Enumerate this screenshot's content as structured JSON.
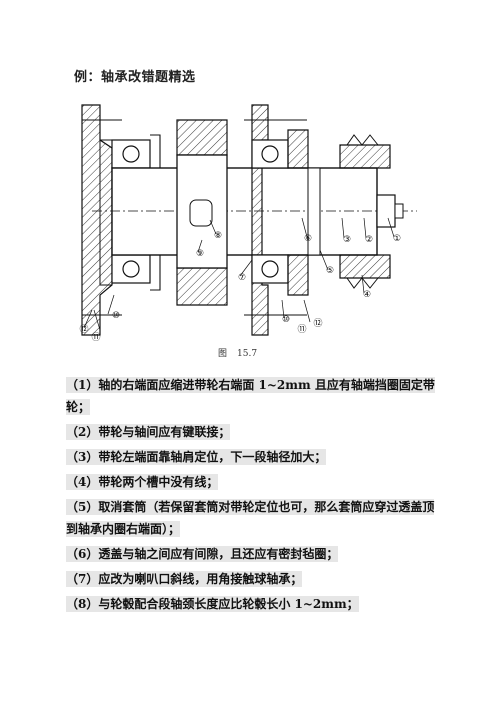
{
  "title": "例：轴承改错题精选",
  "figure": {
    "labels": [
      "①",
      "②",
      "③",
      "④",
      "⑤",
      "⑥",
      "⑦",
      "⑧",
      "⑨",
      "⑩",
      "⑪",
      "⑫"
    ],
    "caption_prefix": "图",
    "caption_number": "15.7"
  },
  "items": [
    "（1）轴的右端面应缩进带轮右端面 1~2mm 且应有轴端挡圈固定带轮；",
    "（2）带轮与轴间应有键联接；",
    "（3）带轮左端面靠轴肩定位，下一段轴径加大；",
    "（4）带轮两个槽中没有线；",
    "（5）取消套筒（若保留套筒对带轮定位也可，那么套筒应穿过透盖顶到轴承内圈右端面）；",
    "（6）透盖与轴之间应有间隙，且还应有密封毡圈；",
    "（7）应改为喇叭口斜线，用角接触球轴承；",
    "（8）与轮毂配合段轴颈长度应比轮毂长小 1~2mm；"
  ]
}
